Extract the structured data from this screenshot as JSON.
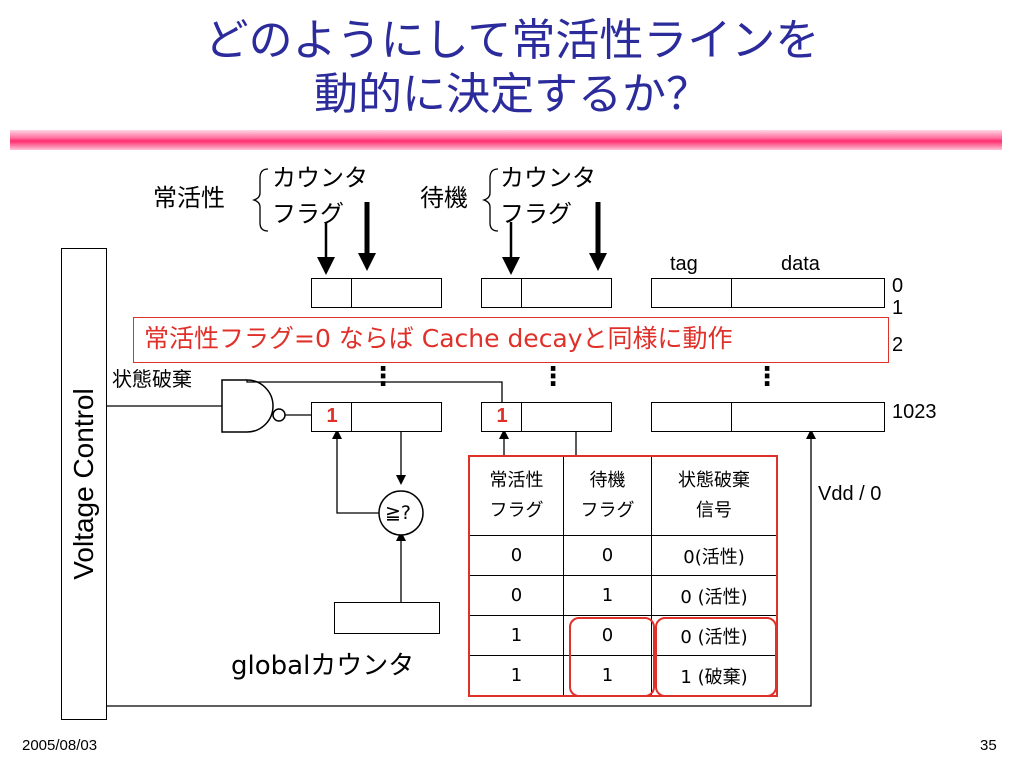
{
  "title": {
    "line1": "どのようにして常活性ラインを",
    "line2": "動的に決定するか？"
  },
  "legend": {
    "group1_label": "常活性",
    "group2_label": "待機",
    "counter": "カウンタ",
    "flag": "フラグ"
  },
  "cache": {
    "col_tag": "tag",
    "col_data": "data",
    "rows": [
      "0",
      "1",
      "2",
      "1023"
    ],
    "dots": "⋮",
    "set_bit": "1"
  },
  "callout": "常活性フラグ=0 ならば Cache decayと同様に動作",
  "decay_signal_label": "状態破棄",
  "voltage_control": "Voltage Control",
  "vdd": "Vdd / 0",
  "comparator": "≧?",
  "global_counter": "globalカウンタ",
  "truth_table": {
    "headers": [
      {
        "l1": "常活性",
        "l2": "フラグ"
      },
      {
        "l1": "待機",
        "l2": "フラグ"
      },
      {
        "l1": "状態破棄",
        "l2": "信号"
      }
    ],
    "rows": [
      [
        "0",
        "0",
        "0(活性)"
      ],
      [
        "0",
        "1",
        "0 (活性)"
      ],
      [
        "1",
        "0",
        "0 (活性)"
      ],
      [
        "1",
        "1",
        "1 (破棄)"
      ]
    ]
  },
  "footer": {
    "date": "2005/08/03",
    "page": "35"
  },
  "colors": {
    "title": "#2b2b9c",
    "accent_red": "#e0302a"
  }
}
